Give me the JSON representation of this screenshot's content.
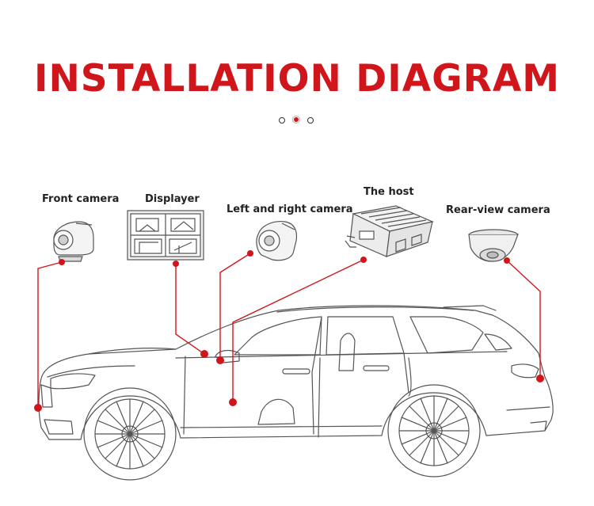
{
  "title": "INSTALLATION DIAGRAM",
  "colors": {
    "accent": "#d0161b",
    "line": "#555555",
    "text": "#222222"
  },
  "carousel": {
    "count": 3,
    "active_index": 1
  },
  "components": {
    "front_camera": "Front camera",
    "displayer": "Displayer",
    "side_camera": "Left and right camera",
    "host": "The host",
    "rear_camera": "Rear-view camera"
  }
}
